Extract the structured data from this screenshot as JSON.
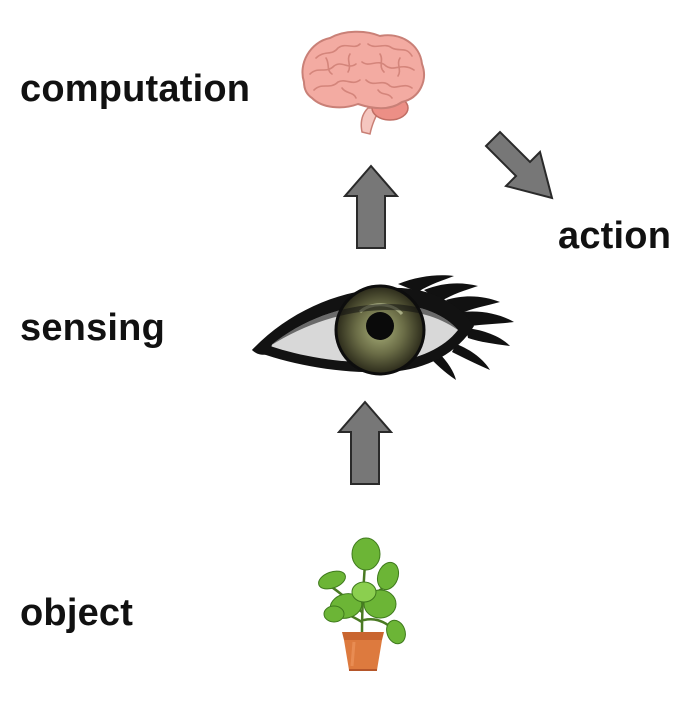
{
  "labels": {
    "computation": "computation",
    "action": "action",
    "sensing": "sensing",
    "object": "object"
  },
  "icons": [
    "brain-icon",
    "eye-icon",
    "plant-icon",
    "arrow-up-icon",
    "arrow-down-right-icon"
  ],
  "colors": {
    "arrow_fill": "#777777",
    "arrow_stroke": "#2a2a2a",
    "brain": "#f0a49a",
    "iris": "#5b5e42",
    "pot": "#d9733a",
    "leaf": "#6cb536"
  }
}
